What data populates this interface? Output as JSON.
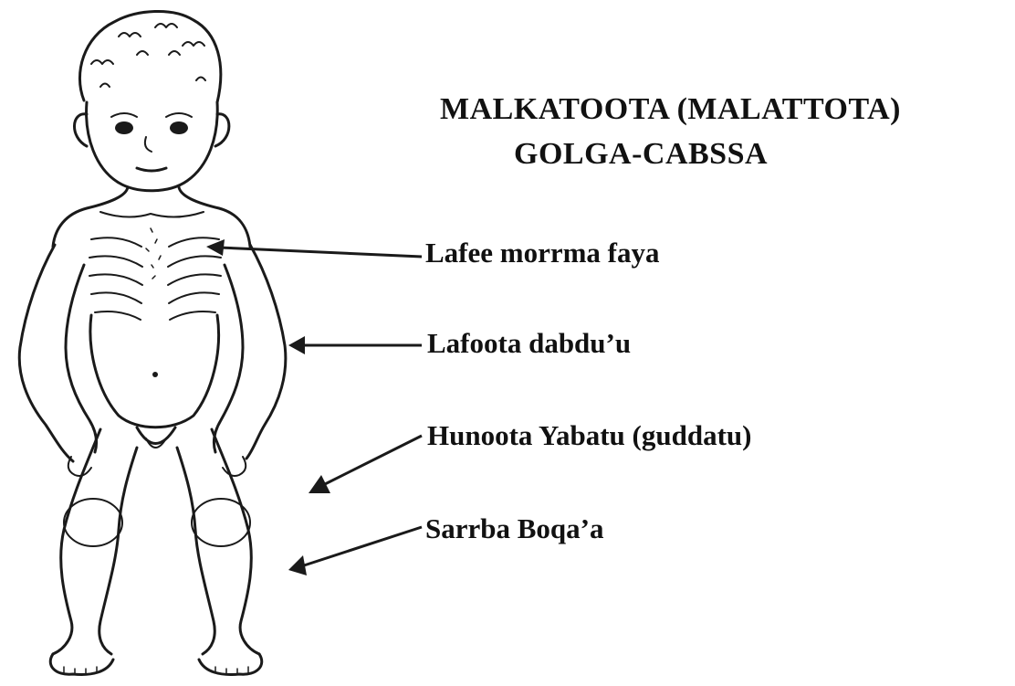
{
  "title": {
    "line1": "MALKATOOTA (MALATTOTA)",
    "line2": "GOLGA-CABSSA"
  },
  "labels": [
    "Lafee morrma faya",
    "Lafoota dabdu’u",
    "Hunoota Yabatu (guddatu)",
    "Sarrba Boqa’a"
  ],
  "colors": {
    "ink": "#1a1a1a",
    "background": "#ffffff"
  }
}
